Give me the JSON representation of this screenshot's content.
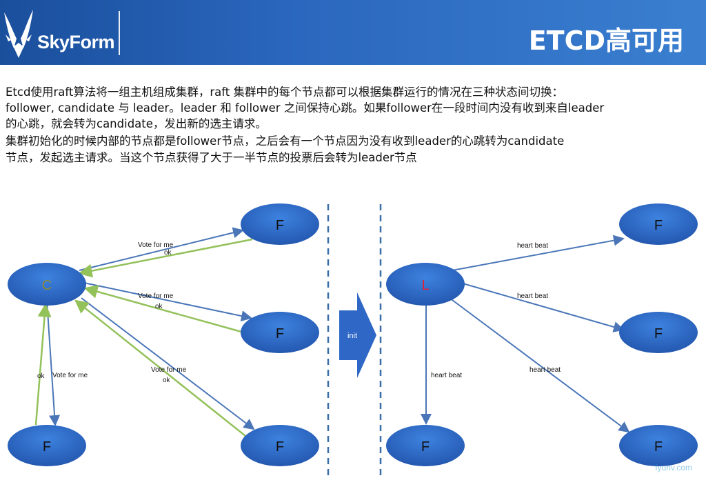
{
  "header": {
    "brand": "SkyForm",
    "title": "ETCD高可用"
  },
  "text": {
    "line1": "  Etcd使用raft算法将一组主机组成集群，raft 集群中的每个节点都可以根据集群运行的情况在三种状态间切换：",
    "line2": "follower, candidate 与 leader。leader 和 follower 之间保持心跳。如果follower在一段时间内没有收到来自leader",
    "line3": "的心跳，就会转为candidate，发出新的选主请求。",
    "line4": " 集群初始化的时候内部的节点都是follower节点，之后会有一个节点因为没有收到leader的心跳转为candidate",
    "line5": "节点，发起选主请求。当这个节点获得了大于一半节点的投票后会转为leader节点"
  },
  "diagram": {
    "left": {
      "center_node": "C",
      "follower_label": "F",
      "vote_label": "Vote for me",
      "ok_label": "ok"
    },
    "arrow_label": "init",
    "right": {
      "center_node": "L",
      "follower_label": "F",
      "heartbeat_label": "heart beat"
    }
  },
  "colors": {
    "node_fill": "#2e6fce",
    "blue_edge": "#4a76b8",
    "green_edge": "#93c15a",
    "candidate_text": "#8a8a3a",
    "leader_text": "#e0203a",
    "dashed_line": "#3a6ea8"
  },
  "watermark": "fyunv.com"
}
